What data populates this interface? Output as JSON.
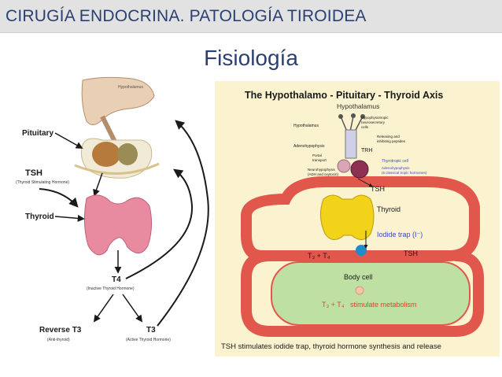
{
  "header": {
    "title": "CIRUGÍA ENDOCRINA. PATOLOGÍA TIROIDEA"
  },
  "slide": {
    "subtitle": "Fisiología"
  },
  "left_figure": {
    "hypothalamus": "Hypothalamus",
    "pituitary": "Pituitary",
    "tsh": "TSH",
    "tsh_full": "(Thyroid Stimulating Hormone)",
    "thyroid": "Thyroid",
    "t4": "T4",
    "t4_sub": "(Inactive Thyroid Hormone)",
    "reverse_t3": "Reverse T3",
    "reverse_t3_sub": "(Anti-thyroid)",
    "t3": "T3",
    "t3_sub": "(Active Thyroid Hormone)"
  },
  "right_figure": {
    "title": "The Hypothalamo - Pituitary - Thyroid Axis",
    "hypothalamus": "Hypothalamus",
    "hypothalamus_small": "Hypothalamus",
    "hypophysiotropic": "Hypophysiotropic",
    "neurosecretory": "neurosecretory",
    "cells": "cells",
    "adenohypophysis": "Adenohypophysis",
    "releasing": "Releasing and",
    "inhibiting": "inhibiting peptides",
    "trh": "TRH",
    "portal": "Portal",
    "transport": "transport",
    "neurohypophysis": "Neurohypophysis",
    "adh_oxytocin": "(ADH and oxytocin)",
    "thyrotropic_cell": "Thyrotropic cell",
    "adenohypophysis_b": "Adenohypophysis",
    "classical": "(5 classical tropic hormones)",
    "tsh_top": "TSH",
    "thyroid": "Thyroid",
    "iodide_trap": "Iodide trap (I⁻)",
    "t3_t4_left": "T₃ + T₄",
    "tsh_right": "TSH",
    "body_cell": "Body cell",
    "t3_t4_bottom": "T₃ + T₄",
    "stimulate": "stimulate metabolism",
    "caption": "TSH stimulates iodide trap, thyroid hormone synthesis and release"
  },
  "colors": {
    "header_text": "#2a3f72",
    "header_bg": "#e2e2e2",
    "right_bg": "#fbf3cf",
    "red_loop": "#e2574c",
    "body_cell_fill": "#bfe0a3",
    "thyroid_yellow": "#f3d21a",
    "label_blue": "#3a48c8"
  }
}
